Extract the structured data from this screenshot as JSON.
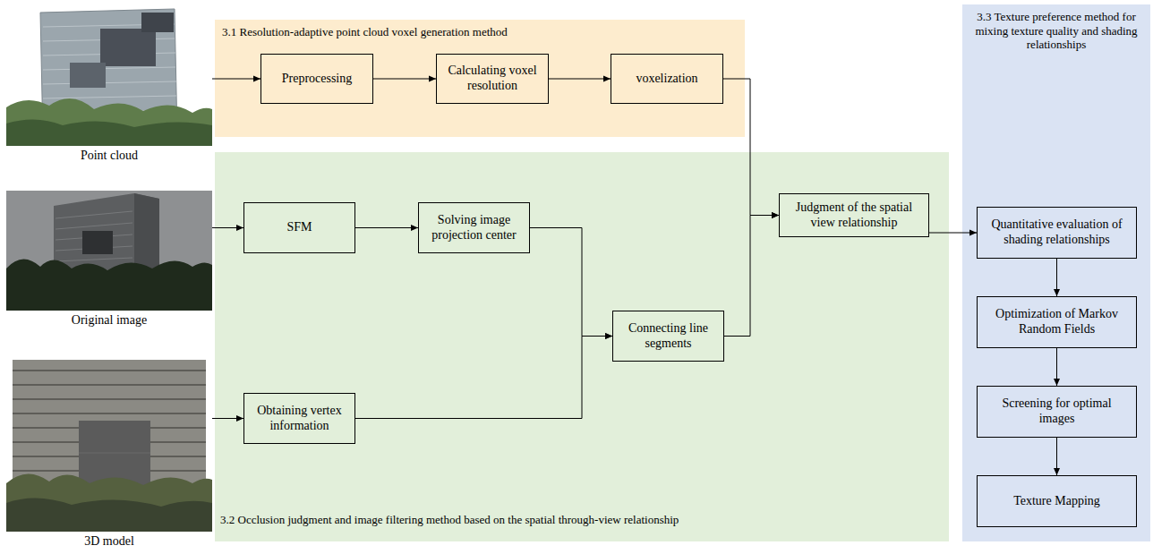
{
  "diagram": {
    "nodes": [
      {
        "text": [
          "3.1 Resolution-adaptive point cloud voxel generation method"
        ]
      },
      {
        "text": [
          "Preprocessing"
        ],
        "in": 0
      },
      {
        "text": [
          "Calculating voxel resolution"
        ],
        "in": 0
      },
      {
        "text": [
          "voxelization"
        ],
        "in": 0
      },
      {
        "text": [
          "3.3 Texture preference method for mixing texture quality and shading relationships"
        ]
      },
      {
        "text": [
          "Quantitative evaluation of shading relationships"
        ],
        "in": 4
      },
      {
        "text": [
          "Optimization of Markov Random Fields"
        ],
        "in": 4
      },
      {
        "text": [
          "Screening for optimal images"
        ],
        "in": 4
      },
      {
        "text": [
          "Texture Mapping"
        ],
        "in": 4
      },
      {
        "text": [
          "Point cloud"
        ]
      },
      {
        "text": [
          "3.2 Occlusion judgment and image filtering method based on the spatial through-view relationship"
        ]
      },
      {
        "text": [
          "SFM"
        ],
        "in": 10
      },
      {
        "text": [
          "Solving image projection center"
        ],
        "in": 10
      },
      {
        "text": [
          "Judgment of the spatial view relationship"
        ],
        "in": 10
      },
      {
        "text": [
          "Connecting line segments"
        ],
        "in": 10
      },
      {
        "text": [
          "Obtaining vertex information"
        ],
        "in": 10
      },
      {
        "text": [
          "Original image"
        ]
      },
      {
        "text": [
          "3D model"
        ]
      }
    ],
    "edges": [
      {
        "from": 9,
        "to": 1,
        "arrow": "to"
      },
      {
        "from": 1,
        "to": 2,
        "arrow": "to"
      },
      {
        "from": 2,
        "to": 3,
        "arrow": "to"
      },
      {
        "from": 3,
        "to": 13,
        "arrow": "to"
      },
      {
        "from": 16,
        "to": 11,
        "arrow": "to"
      },
      {
        "from": 11,
        "to": 12,
        "arrow": "to"
      },
      {
        "from": 12,
        "to": 14,
        "arrow": "to"
      },
      {
        "from": 15,
        "to": 14,
        "arrow": "to"
      },
      {
        "from": 14,
        "to": 13,
        "arrow": "to"
      },
      {
        "from": 13,
        "to": 5,
        "arrow": "to"
      },
      {
        "from": 5,
        "to": 6,
        "arrow": "to"
      },
      {
        "from": 6,
        "to": 7,
        "arrow": "to"
      },
      {
        "from": 7,
        "to": 8,
        "arrow": "to"
      },
      {
        "from": 17,
        "to": 15,
        "arrow": "to"
      }
    ]
  }
}
